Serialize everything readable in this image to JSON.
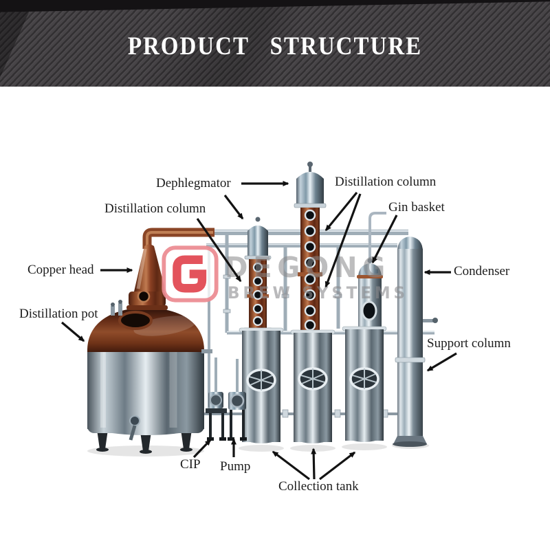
{
  "header": {
    "title": "PRODUCT STRUCTURE"
  },
  "watermark": {
    "brand": "DEGONG",
    "tagline": "BREW SYSTEMS",
    "logo_red": "#e0404a",
    "logo_ring_pink": "#ec8a90"
  },
  "labels": {
    "dephlegmator": "Dephlegmator",
    "distillation_column_top": "Distillation column",
    "distillation_column_left": "Distillation column",
    "gin_basket": "Gin basket",
    "copper_head": "Copper head",
    "condenser": "Condenser",
    "distillation_pot": "Distillation pot",
    "support_column": "Support column",
    "cip": "CIP",
    "pump": "Pump",
    "collection_tank": "Collection tank"
  },
  "colors": {
    "banner_bg": "#474447",
    "banner_text": "#ffffff",
    "label_text": "#1d1d1d",
    "copper": "#8a4526",
    "stainless": "#9fadb7"
  }
}
